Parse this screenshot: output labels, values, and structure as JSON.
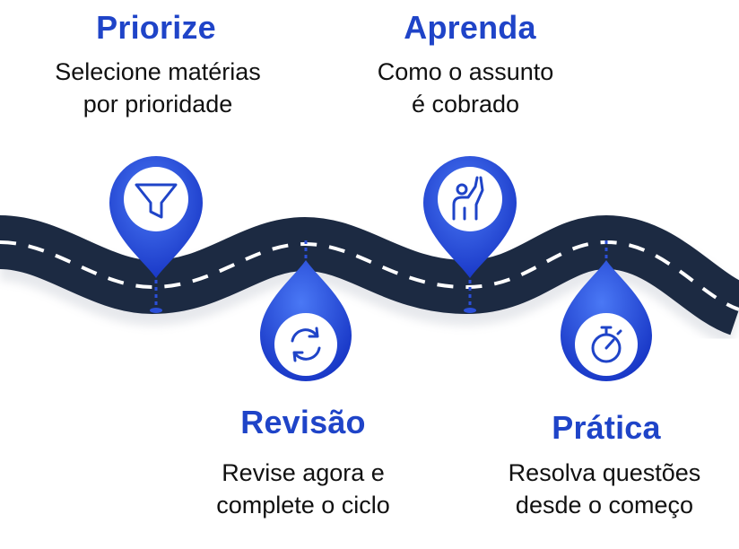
{
  "steps": [
    {
      "id": "priorize",
      "title": "Priorize",
      "description_lines": [
        "Selecione matérias",
        "por prioridade"
      ],
      "icon": "funnel-icon"
    },
    {
      "id": "aprenda",
      "title": "Aprenda",
      "description_lines": [
        "Como o assunto",
        "é cobrado"
      ],
      "icon": "raised-hand-person-icon"
    },
    {
      "id": "revisao",
      "title": "Revisão",
      "description_lines": [
        "Revise agora e",
        "complete o ciclo"
      ],
      "icon": "refresh-cycle-icon"
    },
    {
      "id": "pratica",
      "title": "Prática",
      "description_lines": [
        "Resolva questões",
        "desde o começo"
      ],
      "icon": "stopwatch-icon"
    }
  ],
  "colors": {
    "accent": "#1f44c8",
    "pin_light": "#3d6bf2",
    "pin_dark": "#1233b8",
    "road": "#1c2a42",
    "road_dash": "#ffffff",
    "text": "#111111"
  }
}
